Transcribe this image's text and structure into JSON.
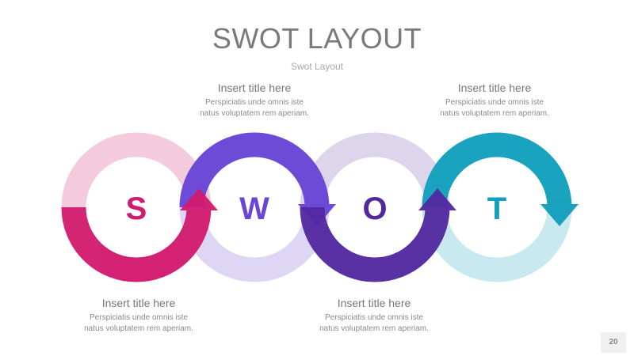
{
  "slide": {
    "title": "SWOT LAYOUT",
    "subtitle": "Swot Layout",
    "page_number": "20"
  },
  "blocks": [
    {
      "id": "s",
      "letter": "S",
      "title": "Insert title here",
      "text": "Perspiciatis unde omnis iste natus voluptatem rem aperiam.",
      "position": "bottom",
      "color_main": "#d21a6e",
      "color_light": "#f4cbdc"
    },
    {
      "id": "w",
      "letter": "W",
      "title": "Insert title here",
      "text": "Perspiciatis unde omnis iste natus voluptatem rem aperiam.",
      "position": "top",
      "color_main": "#6a46d6",
      "color_light": "#ddd6f5"
    },
    {
      "id": "o",
      "letter": "O",
      "title": "Insert title here",
      "text": "Perspiciatis unde omnis iste natus voluptatem rem aperiam.",
      "position": "bottom",
      "color_main": "#5228a0",
      "color_light": "#dcd5ec"
    },
    {
      "id": "t",
      "letter": "T",
      "title": "Insert title here",
      "text": "Perspiciatis unde omnis iste natus voluptatem rem aperiam.",
      "position": "top",
      "color_main": "#13a0bc",
      "color_light": "#c9e9f0"
    }
  ]
}
